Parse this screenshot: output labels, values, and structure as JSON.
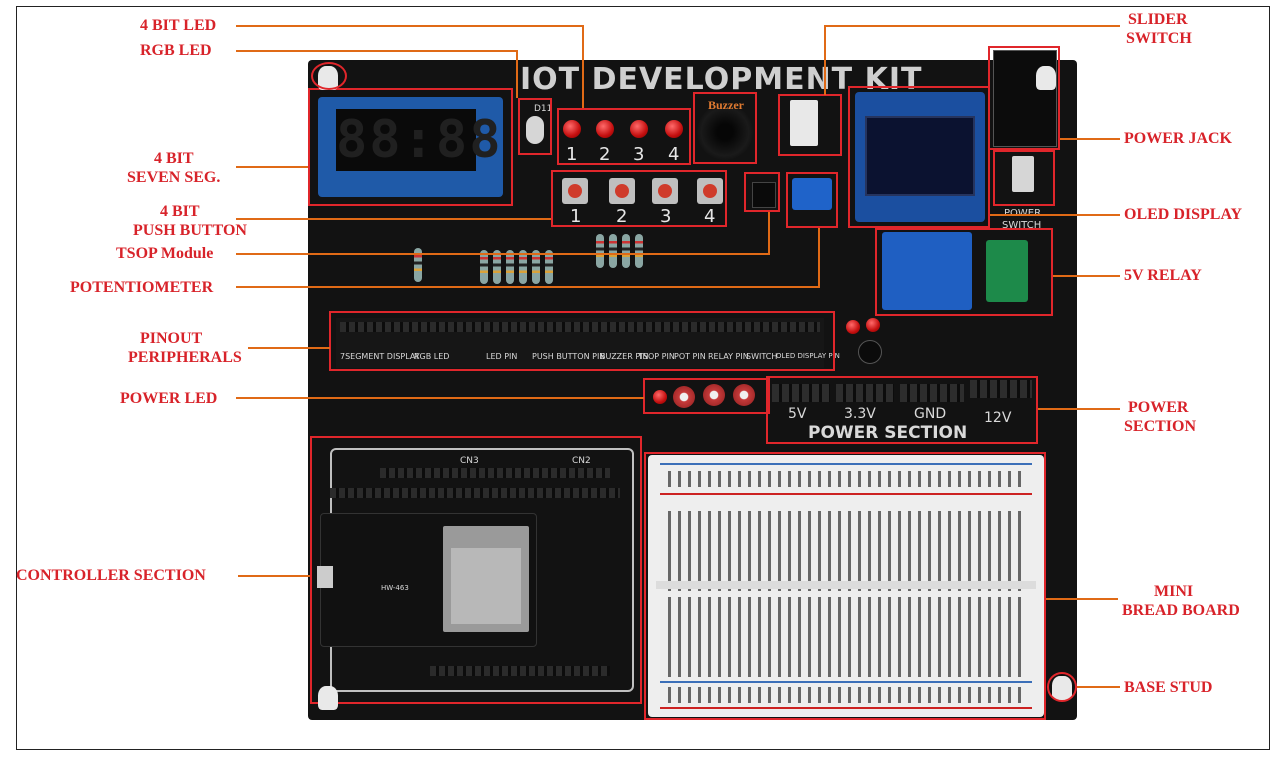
{
  "board_title": "IOT DEVELOPMENT KIT",
  "labels": {
    "four_bit_led": "4 BIT LED",
    "rgb_led": "RGB LED",
    "seven_seg": [
      "4 BIT",
      "SEVEN SEG."
    ],
    "push_button": [
      "4 BIT",
      "PUSH BUTTON"
    ],
    "tsop": "TSOP Module",
    "potentiometer": "POTENTIOMETER",
    "pinout": [
      "PINOUT",
      "PERIPHERALS"
    ],
    "power_led": "POWER LED",
    "controller": "CONTROLLER SECTION",
    "slider_switch": [
      "SLIDER",
      "SWITCH"
    ],
    "power_jack": "POWER  JACK",
    "oled": "OLED DISPLAY",
    "relay": "5V RELAY",
    "power_section": [
      "POWER",
      "SECTION"
    ],
    "breadboard": [
      "MINI",
      "BREAD BOARD"
    ],
    "base_stud": "BASE STUD"
  },
  "pcb": {
    "seven_seg_digits": "88:88",
    "led_numbers": [
      "1",
      "2",
      "3",
      "4"
    ],
    "button_numbers": [
      "1",
      "2",
      "3",
      "4"
    ],
    "buzzer": "Buzzer",
    "power_switch": [
      "POWER",
      "SWITCH"
    ],
    "power_rails": [
      "5V",
      "3.3V",
      "GND",
      "12V"
    ],
    "power_section_title": "POWER SECTION",
    "pinout_sections": [
      "7SEGMENT DISPLAY",
      "RGB LED",
      "LED PIN",
      "PUSH BUTTON PIN",
      "BUZZER PIN",
      "TSOP PIN",
      "POT PIN",
      "RELAY PIN",
      "SWITCH",
      "OLED DISPLAY PIN"
    ],
    "cn3": "CN3",
    "cn2": "CN2",
    "esp_label": "HW-463",
    "led_d11": "D11"
  },
  "colors": {
    "label_red": "#d8232a",
    "leader_orange": "#e06a16",
    "box_red": "#e0262b",
    "board": "#121212"
  }
}
